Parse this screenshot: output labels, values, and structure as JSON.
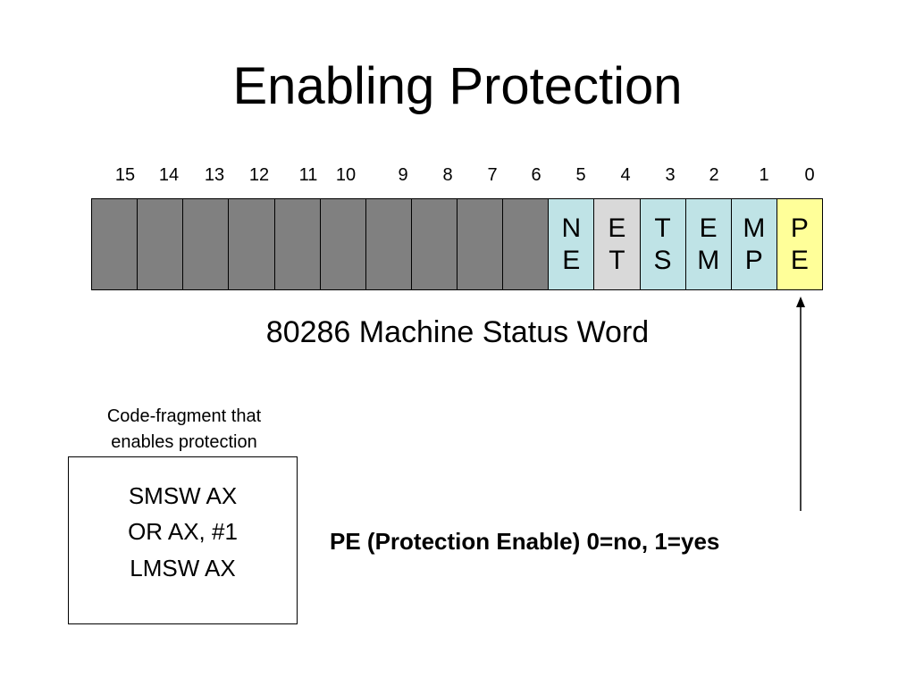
{
  "title": "Enabling Protection",
  "bit_numbers": [
    "15",
    "14",
    "13",
    "12",
    "11",
    "10",
    "9",
    "8",
    "7",
    "6",
    "5",
    "4",
    "3",
    "2",
    "1",
    "0"
  ],
  "register": {
    "label": "80286 Machine Status Word",
    "cells": [
      {
        "bit": "15",
        "text": "",
        "color": "#808080"
      },
      {
        "bit": "14",
        "text": "",
        "color": "#808080"
      },
      {
        "bit": "13",
        "text": "",
        "color": "#808080"
      },
      {
        "bit": "12",
        "text": "",
        "color": "#808080"
      },
      {
        "bit": "11",
        "text": "",
        "color": "#808080"
      },
      {
        "bit": "10",
        "text": "",
        "color": "#808080"
      },
      {
        "bit": "9",
        "text": "",
        "color": "#808080"
      },
      {
        "bit": "8",
        "text": "",
        "color": "#808080"
      },
      {
        "bit": "7",
        "text": "",
        "color": "#808080"
      },
      {
        "bit": "6",
        "text": "",
        "color": "#808080"
      },
      {
        "bit": "5",
        "text": "N\nE",
        "color": "#bfe3e6"
      },
      {
        "bit": "4",
        "text": "E\nT",
        "color": "#d9d9d9"
      },
      {
        "bit": "3",
        "text": "T\nS",
        "color": "#bfe3e6"
      },
      {
        "bit": "2",
        "text": "E\nM",
        "color": "#bfe3e6"
      },
      {
        "bit": "1",
        "text": "M\nP",
        "color": "#bfe3e6"
      },
      {
        "bit": "0",
        "text": "P\nE",
        "color": "#ffff99"
      }
    ]
  },
  "code": {
    "caption": "Code-fragment that\nenables protection",
    "lines": [
      "SMSW   AX",
      "OR   AX, #1",
      "LMSW   AX"
    ]
  },
  "pe_note": "PE (Protection Enable)  0=no, 1=yes"
}
